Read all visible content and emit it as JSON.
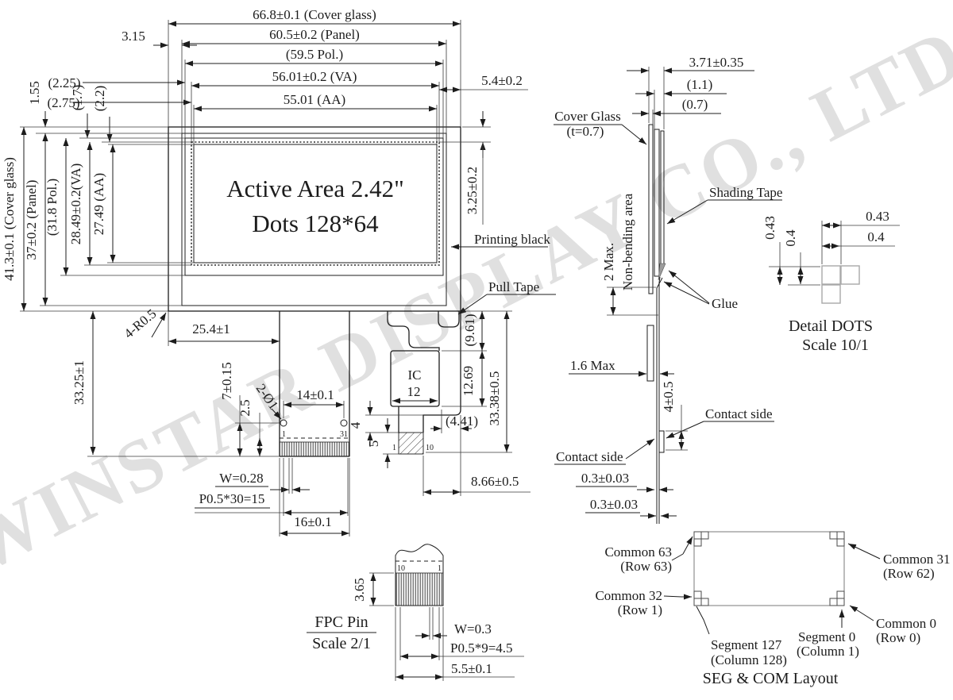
{
  "watermark": "WINSTAR DISPLAY CO., LTD.",
  "front": {
    "dim_cover_w": "66.8±0.1 (Cover glass)",
    "dim_panel_w": "60.5±0.2 (Panel)",
    "dim_pol_w": "(59.5 Pol.)",
    "dim_va_w": "56.01±0.2 (VA)",
    "dim_aa_w": "55.01 (AA)",
    "dim_315": "3.15",
    "dim_54": "5.4±0.2",
    "dim_225": "(2.25)",
    "dim_275": "(2.75)",
    "dim_155": "1.55",
    "dim_17": "(1.7)",
    "dim_22": "(2.2)",
    "dim_cover_h": "41.3±0.1 (Cover glass)",
    "dim_panel_h": "37±0.2 (Panel)",
    "dim_pol_h": "(31.8 Pol.)",
    "dim_va_h": "28.49±0.2(VA)",
    "dim_aa_h": "27.49 (AA)",
    "active_area_1": "Active Area 2.42\"",
    "active_area_2": "Dots 128*64",
    "dim_325": "3.25±0.2",
    "printing_black": "Printing black",
    "pull_tape": "Pull Tape",
    "dim_corner": "4-R0.5",
    "dim_254": "25.4±1",
    "dim_3325": "33.25±1",
    "dim_7": "7±0.15",
    "dim_25b": "2.5",
    "dim_holes": "2-Ø1",
    "dim_14": "14±0.1",
    "dim_4": "4",
    "dim_5": "5",
    "pin_first": "1",
    "pin_last": "31",
    "dim_w": "W=0.28",
    "dim_pitch": "P0.5*30=15",
    "dim_16": "16±0.1",
    "ic": "IC",
    "dim_ic": "12",
    "dim_961": "(9.61)",
    "dim_1269": "12.69",
    "dim_3338": "33.38±0.5",
    "dim_441": "(4.41)",
    "dim_866": "8.66±0.5",
    "tail_pin_first": "1",
    "tail_pin_last": "10"
  },
  "side": {
    "dim_371": "3.71±0.35",
    "dim_11": "(1.1)",
    "dim_07": "(0.7)",
    "cover_glass_1": "Cover Glass",
    "cover_glass_2": "(t=0.7)",
    "shading_tape": "Shading Tape",
    "dim_2max": "2 Max.",
    "non_bending": "Non-bending area",
    "glue": "Glue",
    "dim_16max": "1.6 Max",
    "dim_4": "4±0.5",
    "contact_right": "Contact side",
    "contact_left": "Contact side",
    "dim_03a": "0.3±0.03",
    "dim_03b": "0.3±0.03"
  },
  "dots": {
    "dim_043v": "0.43",
    "dim_04v": "0.4",
    "dim_043h": "0.43",
    "dim_04h": "0.4",
    "title": "Detail DOTS",
    "scale": "Scale 10/1"
  },
  "fpc": {
    "dim_365": "3.65",
    "pin10": "10",
    "pin1": "1",
    "title": "FPC Pin",
    "scale": "Scale 2/1",
    "dim_w": "W=0.3",
    "dim_pitch": "P0.5*9=4.5",
    "dim_55": "5.5±0.1"
  },
  "segcom": {
    "c63a": "Common 63",
    "c63b": "(Row 63)",
    "c31a": "Common 31",
    "c31b": "(Row 62)",
    "c32a": "Common 32",
    "c32b": "(Row 1)",
    "c0a": "Common 0",
    "c0b": "(Row 0)",
    "s127a": "Segment 127",
    "s127b": "(Column 128)",
    "s0a": "Segment 0",
    "s0b": "(Column 1)",
    "title": "SEG & COM  Layout"
  }
}
